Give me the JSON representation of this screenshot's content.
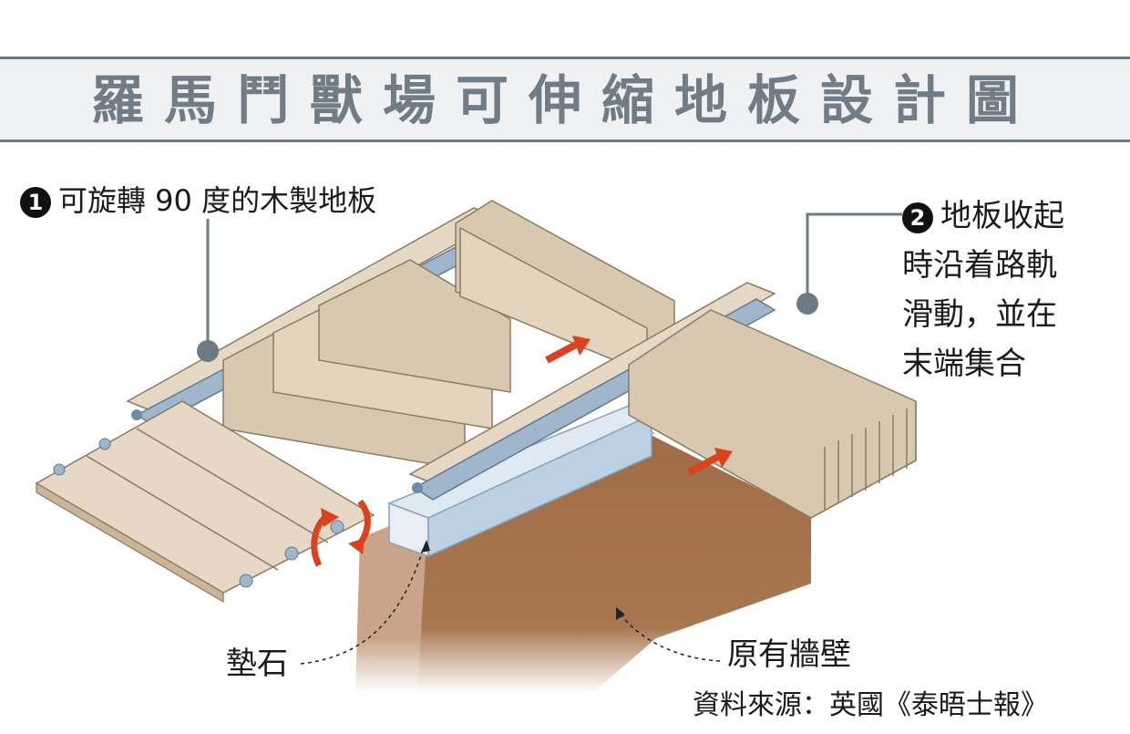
{
  "title": "羅馬鬥獸場可伸縮地板設計圖",
  "callout1": {
    "number": "1",
    "text": "可旋轉 90 度的木製地板"
  },
  "callout2": {
    "number": "2",
    "lines": [
      "地板收起",
      "時沿着路軌",
      "滑動，並在",
      "末端集合"
    ]
  },
  "labels": {
    "pad": "墊石",
    "wall": "原有牆壁"
  },
  "source": "資料來源：英國《泰晤士報》",
  "colors": {
    "title": "#707d86",
    "rule": "#6b7a84",
    "wood": "#d9c8b0",
    "rail": "#9fb6cc",
    "wall": "#9c6a45",
    "arrow": "#d9431e"
  }
}
